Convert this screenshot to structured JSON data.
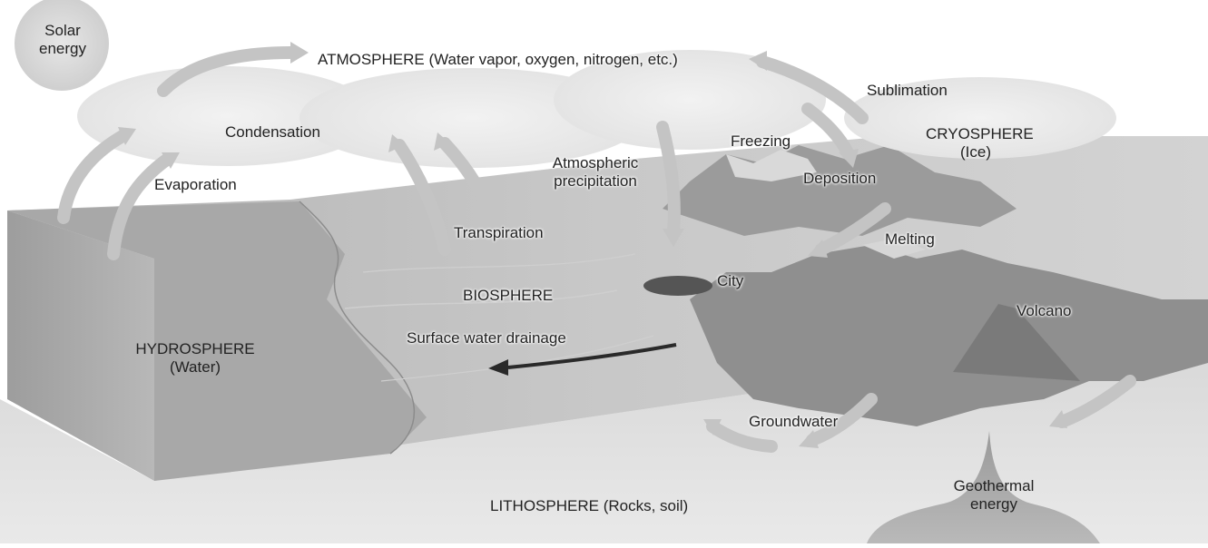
{
  "labels": {
    "solar_energy_1": "Solar",
    "solar_energy_2": "energy",
    "atmosphere": "ATMOSPHERE (Water vapor, oxygen, nitrogen, etc.)",
    "sublimation": "Sublimation",
    "cryosphere_1": "CRYOSPHERE",
    "cryosphere_2": "(Ice)",
    "condensation": "Condensation",
    "evaporation": "Evaporation",
    "freezing": "Freezing",
    "deposition": "Deposition",
    "precip_1": "Atmospheric",
    "precip_2": "precipitation",
    "transpiration": "Transpiration",
    "melting": "Melting",
    "city": "City",
    "biosphere": "BIOSPHERE",
    "volcano": "Volcano",
    "surface_drainage": "Surface water drainage",
    "hydrosphere_1": "HYDROSPHERE",
    "hydrosphere_2": "(Water)",
    "groundwater": "Groundwater",
    "geothermal_1": "Geothermal",
    "geothermal_2": "energy",
    "lithosphere": "LITHOSPHERE (Rocks, soil)"
  },
  "colors": {
    "arrow": "#c9c9c9",
    "arrow_dark": "#2a2a2a",
    "block_top": "#bdbdbd",
    "block_side": "#d9d9d9",
    "water_side": "#a9a9a9",
    "cloud": "#ececec",
    "mountain": "#8a8a8a"
  }
}
